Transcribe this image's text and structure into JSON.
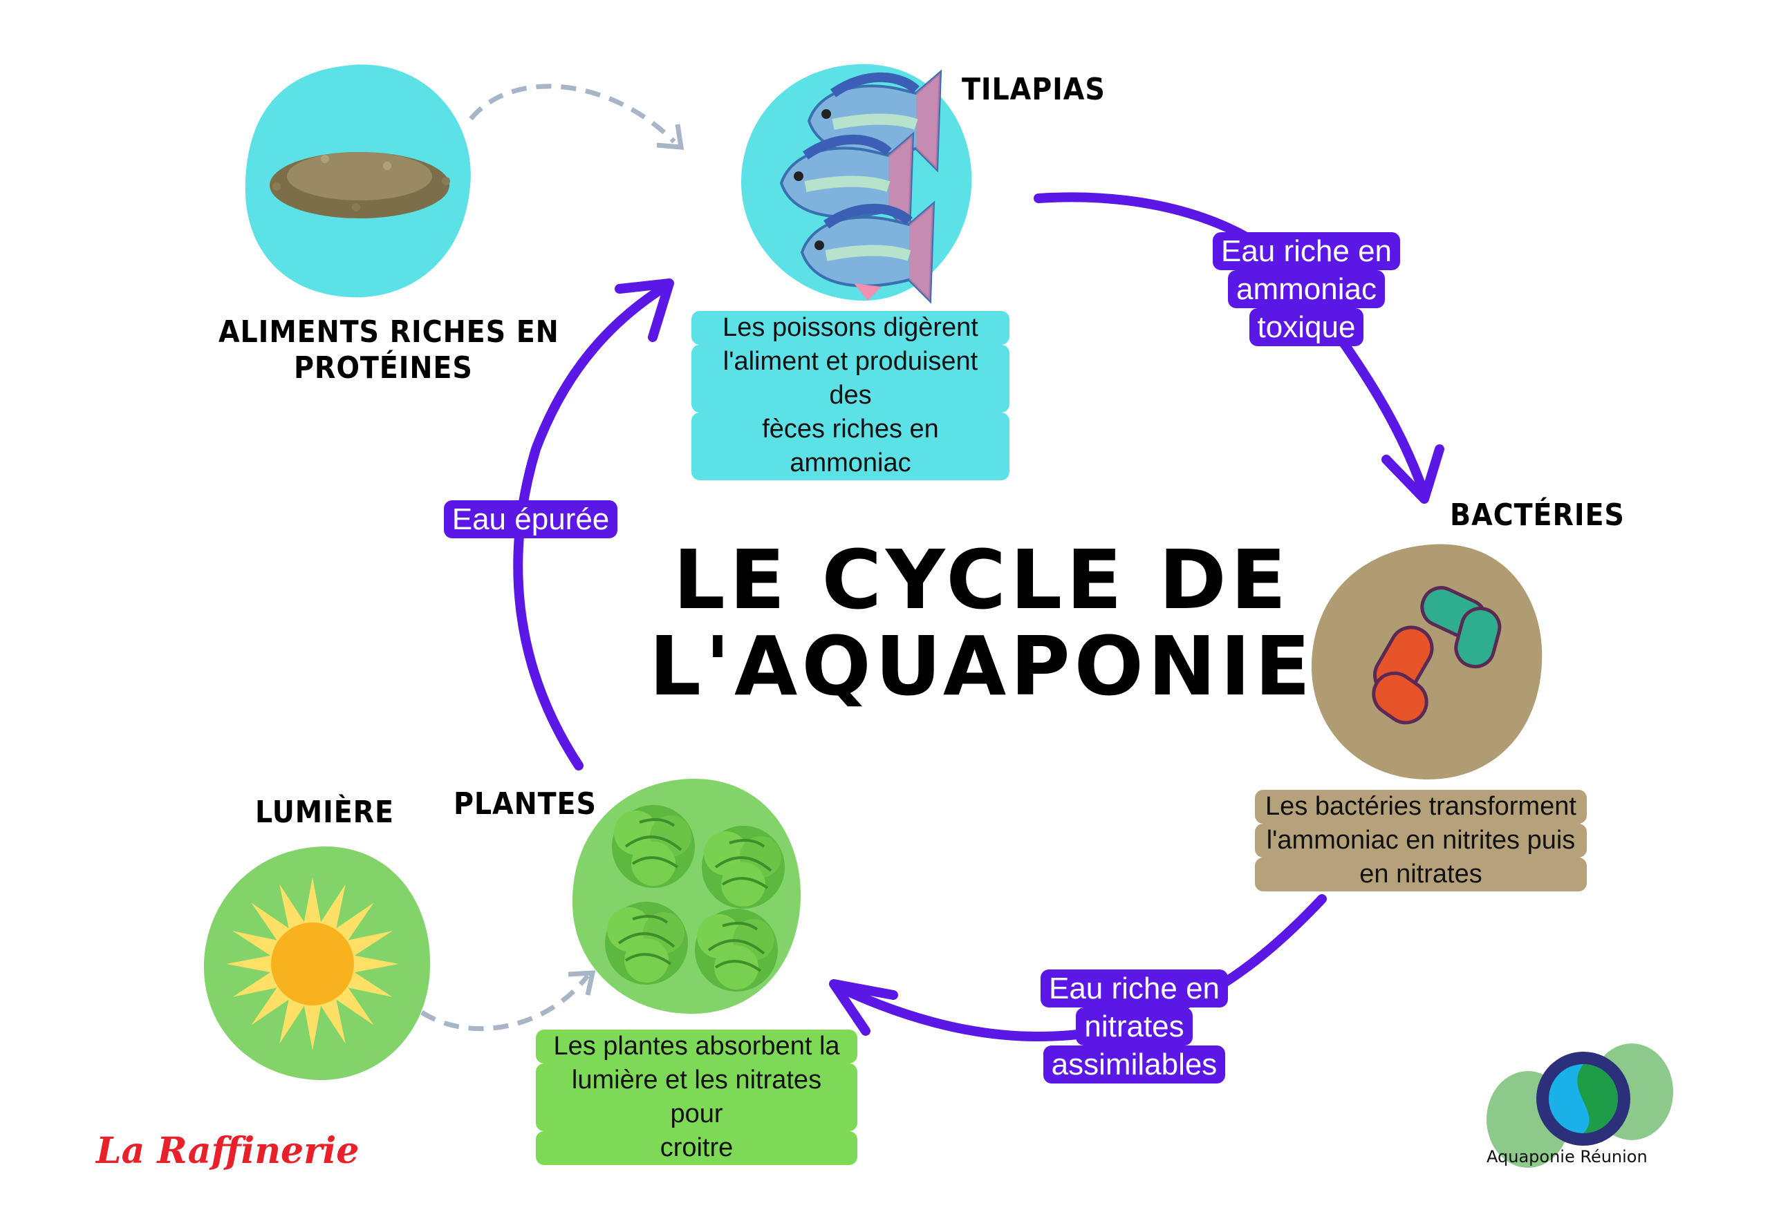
{
  "title": {
    "line1": "LE CYCLE DE",
    "line2": "L'AQUAPONIE"
  },
  "nodes": {
    "food": {
      "label_line1": "ALIMENTS RICHES EN",
      "label_line2": "PROTÉINES"
    },
    "fish": {
      "label": "TILAPIAS",
      "caption": [
        "Les poissons digèrent",
        "l'aliment et produisent des",
        "fèces riches en ammoniac"
      ]
    },
    "bacteria": {
      "label": "BACTÉRIES",
      "caption": [
        "Les bactéries transforment",
        "l'ammoniac en nitrites puis",
        "en nitrates"
      ]
    },
    "plants": {
      "label": "PLANTES",
      "caption": [
        "Les plantes absorbent la",
        "lumière et les nitrates pour",
        "croitre"
      ]
    },
    "light": {
      "label": "LUMIÈRE"
    }
  },
  "arrows": {
    "fish_to_bacteria": [
      "Eau riche en",
      "ammoniac",
      "toxique"
    ],
    "bacteria_to_plants": [
      "Eau riche en",
      "nitrates",
      "assimilables"
    ],
    "plants_to_fish": [
      "Eau épurée"
    ]
  },
  "brand": "La Raffinerie",
  "logo": "Aquaponie Réunion",
  "colors": {
    "purple": "#5b17e6",
    "cyan": "#5ce1e6",
    "green": "#7ed957",
    "tan": "#b5a27a",
    "brand_red": "#e8202a"
  }
}
